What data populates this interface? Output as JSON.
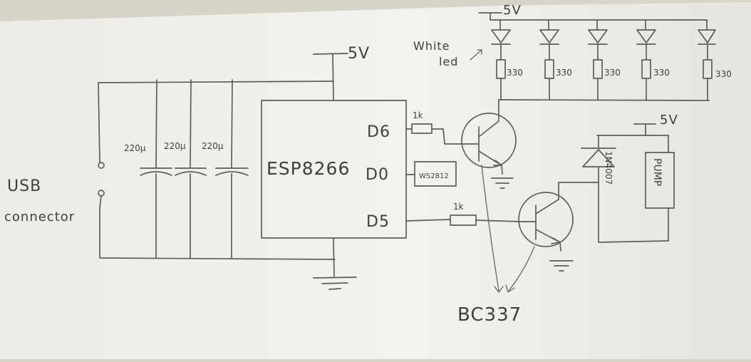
{
  "labels": {
    "usb_line1": "USB",
    "usb_line2": "connector",
    "supply_main": "5V",
    "supply_led": "5V",
    "supply_pump": "5V",
    "white_led_line1": "White",
    "white_led_line2": "led",
    "chip": "ESP8266",
    "pin_d6": "D6",
    "pin_d0": "D0",
    "pin_d5": "D5",
    "ws_module": "WS2812",
    "resistor_d6": "1k",
    "resistor_d5": "1k",
    "diode": "1N4007",
    "pump": "PUMP",
    "transistor": "BC337"
  },
  "capacitors": [
    {
      "label": "220µ"
    },
    {
      "label": "220µ"
    },
    {
      "label": "220µ"
    }
  ],
  "led_resistors": [
    {
      "label": "330"
    },
    {
      "label": "330"
    },
    {
      "label": "330"
    },
    {
      "label": "330"
    },
    {
      "label": "330"
    }
  ],
  "colors": {
    "paper": "#f1efe9",
    "ink": "#5d5d5d"
  }
}
